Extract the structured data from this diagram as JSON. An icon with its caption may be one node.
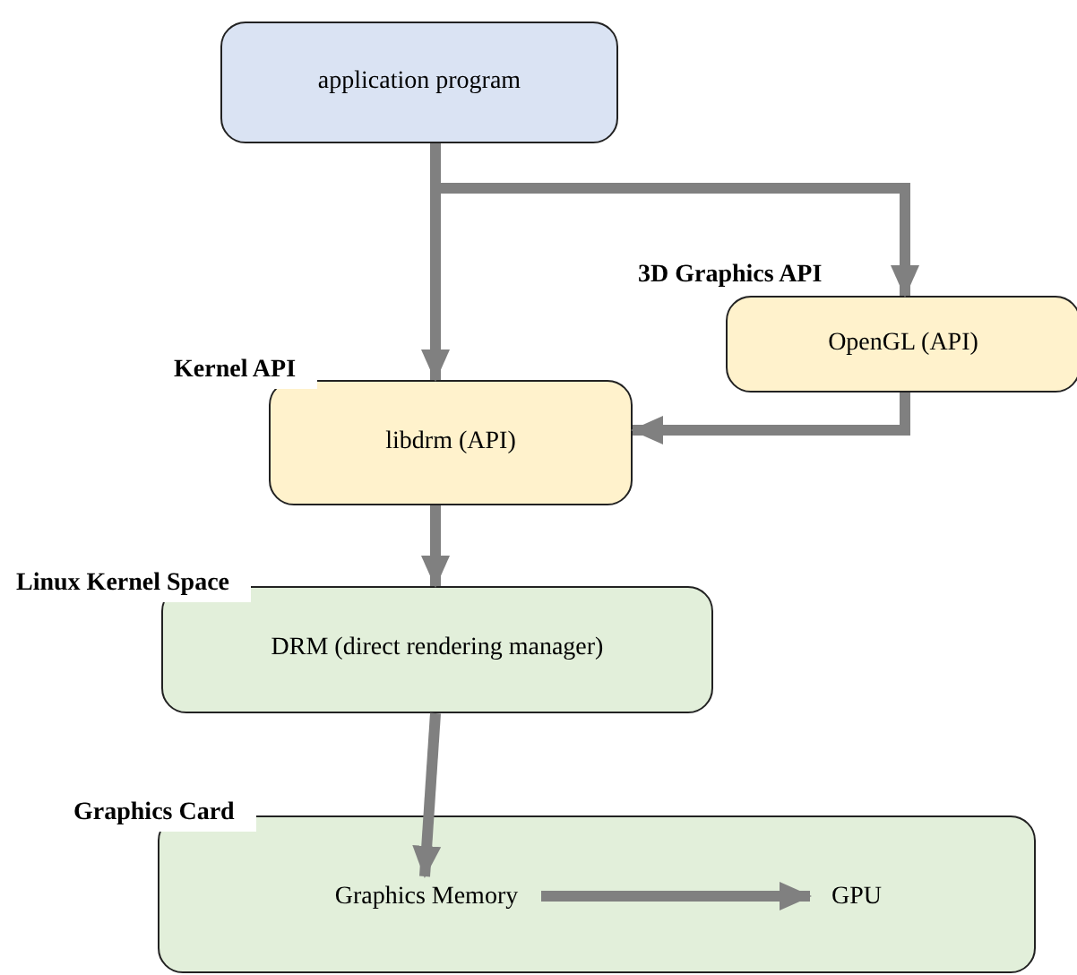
{
  "diagram": {
    "nodes": [
      {
        "text": [
          "application program"
        ]
      },
      {
        "text": [
          "3D Graphics API",
          "OpenGL (API)"
        ]
      },
      {
        "text": [
          "Kernel API",
          "libdrm (API)"
        ]
      },
      {
        "text": [
          "Linux Kernel Space",
          "DRM (direct rendering manager)"
        ]
      },
      {
        "text": [
          "Graphics Card"
        ]
      },
      {
        "text": [
          "Graphics Memory"
        ],
        "in": 4
      },
      {
        "text": [
          "GPU"
        ],
        "in": 4
      }
    ],
    "edges": [
      {
        "from": 0,
        "to": 2,
        "arrow": "to"
      },
      {
        "from": 0,
        "to": 1,
        "arrow": "to"
      },
      {
        "from": 1,
        "to": 2,
        "arrow": "to"
      },
      {
        "from": 2,
        "to": 3,
        "arrow": "to"
      },
      {
        "from": 3,
        "to": 5,
        "arrow": "to"
      },
      {
        "from": 5,
        "to": 6,
        "arrow": "to"
      }
    ]
  }
}
